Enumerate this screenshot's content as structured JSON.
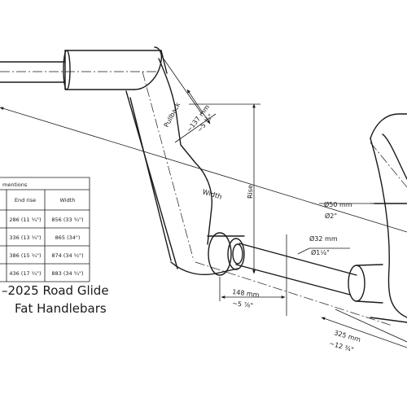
{
  "title": {
    "line1": "–2025  Road Glide",
    "line2": "Fat Handlebars"
  },
  "table": {
    "header": "mentions",
    "columns": [
      "",
      "End rise",
      "Width"
    ],
    "rows": [
      {
        "end_rise": "286 (11 ¹⁄₄\")",
        "width": "856 (33 ³⁄₄\")"
      },
      {
        "end_rise": "336 (13 ¹⁄₄\")",
        "width": "865 (34\")"
      },
      {
        "end_rise": "386 (15 ¹⁄₄\")",
        "width": "874 (34 ¹⁄₂\")"
      },
      {
        "end_rise": "436 (17 ¹⁄₄\")",
        "width": "883 (34 ³⁄₄\")"
      }
    ]
  },
  "dimensions": {
    "pullback_label": "Pullback",
    "pullback_mm": "~137 mm",
    "pullback_in": "~5 ³⁄₈\"",
    "rise_label": "Rise",
    "width_label": "Width",
    "outer_dia_mm": "Ø50 mm",
    "outer_dia_in": "Ø2\"",
    "inner_dia_mm": "Ø32 mm",
    "inner_dia_in": "Ø1¹⁄₄\"",
    "center_mm": "148 mm",
    "center_in": "~5 ⁷⁄₈\"",
    "grip_mm": "325 mm",
    "grip_in": "~12 ³⁄₄\""
  }
}
